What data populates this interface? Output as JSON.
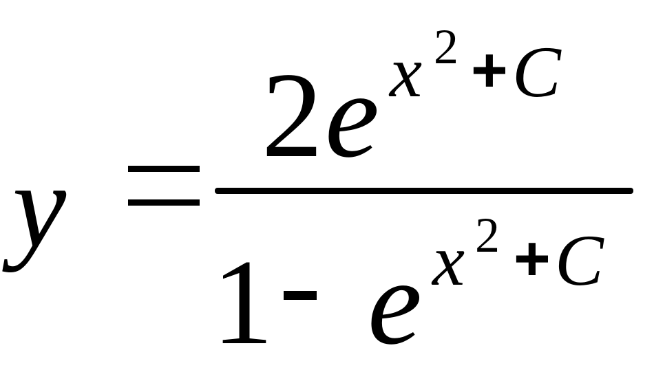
{
  "equation": {
    "lhs": "y",
    "equals": "=",
    "numerator": {
      "coefficient": "2",
      "base": "e",
      "exponent": {
        "variable": "x",
        "power": "2",
        "operator": "+",
        "constant": "C"
      }
    },
    "denominator": {
      "one": "1",
      "minus": "-",
      "base": "e",
      "exponent": {
        "variable": "x",
        "power": "2",
        "operator": "+",
        "constant": "C"
      }
    }
  }
}
